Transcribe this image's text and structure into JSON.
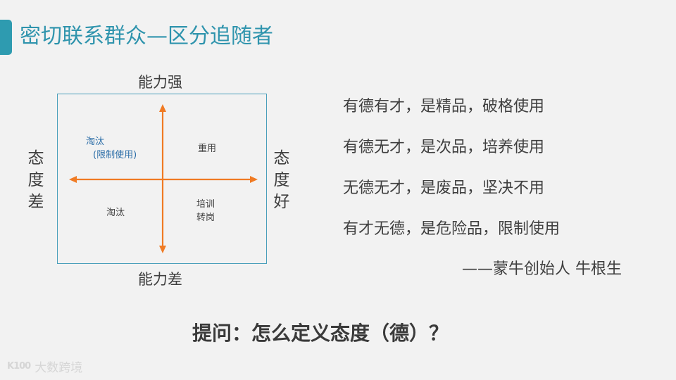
{
  "slide": {
    "title": "密切联系群众—区分追随者"
  },
  "matrix": {
    "axis_top": "能力强",
    "axis_bottom": "能力差",
    "axis_left": [
      "态",
      "度",
      "差"
    ],
    "axis_right": [
      "态",
      "度",
      "好"
    ],
    "quadrants": {
      "top_left": {
        "line1": "淘汰",
        "line2": "(限制使用)",
        "color": "#2c6ea8"
      },
      "top_right": {
        "line1": "重用"
      },
      "bottom_left": {
        "line1": "淘汰"
      },
      "bottom_right": {
        "line1": "培训",
        "line2": "转岗"
      }
    },
    "arrow_color": "#f07b24",
    "border_color": "#4a9fbb"
  },
  "quotes": {
    "lines": [
      "有德有才，是精品，破格使用",
      "有德无才，是次品，培养使用",
      "无德无才，是废品，坚决不用",
      "有才无德，是危险品，限制使用"
    ],
    "attribution": "——蒙牛创始人 牛根生"
  },
  "question": "提问：怎么定义态度（德）？",
  "footer": {
    "logo_mark": "K100",
    "logo_text": "大数跨境"
  },
  "colors": {
    "accent": "#2e9bb0",
    "title": "#2f94ad",
    "background": "#f2f2f2"
  }
}
